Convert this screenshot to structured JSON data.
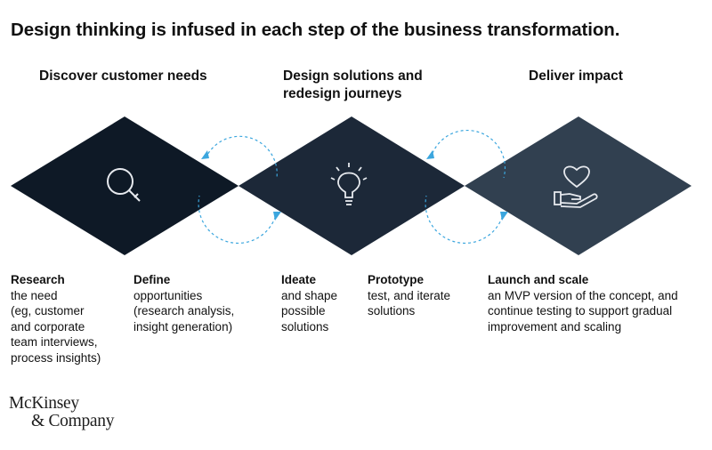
{
  "title": "Design thinking is infused in each step of the business transformation.",
  "stages": [
    {
      "heading": "Discover customer needs",
      "color": "#0e1926",
      "icon": "magnifying-glass-icon"
    },
    {
      "heading_line1": "Design solutions and",
      "heading_line2": "redesign journeys",
      "color": "#1c2838",
      "icon": "lightbulb-icon"
    },
    {
      "heading": "Deliver impact",
      "color": "#314050",
      "icon": "heart-in-hand-icon"
    }
  ],
  "steps": [
    {
      "label": "Research",
      "desc": "the need\n(eg, customer\nand corporate\nteam interviews,\nprocess insights)"
    },
    {
      "label": "Define",
      "desc": "opportunities\n(research analysis,\ninsight generation)"
    },
    {
      "label": "Ideate",
      "desc": "and shape\npossible\nsolutions"
    },
    {
      "label": "Prototype",
      "desc": "test, and iterate\nsolutions"
    },
    {
      "label": "Launch and scale",
      "desc": "an MVP version of the concept, and\ncontinue testing to support gradual\nimprovement and scaling"
    }
  ],
  "colors": {
    "arrow": "#3ba6de",
    "icon_stroke": "#e6e9ee"
  },
  "logo": {
    "line1": "McKinsey",
    "line2": "& Company"
  }
}
